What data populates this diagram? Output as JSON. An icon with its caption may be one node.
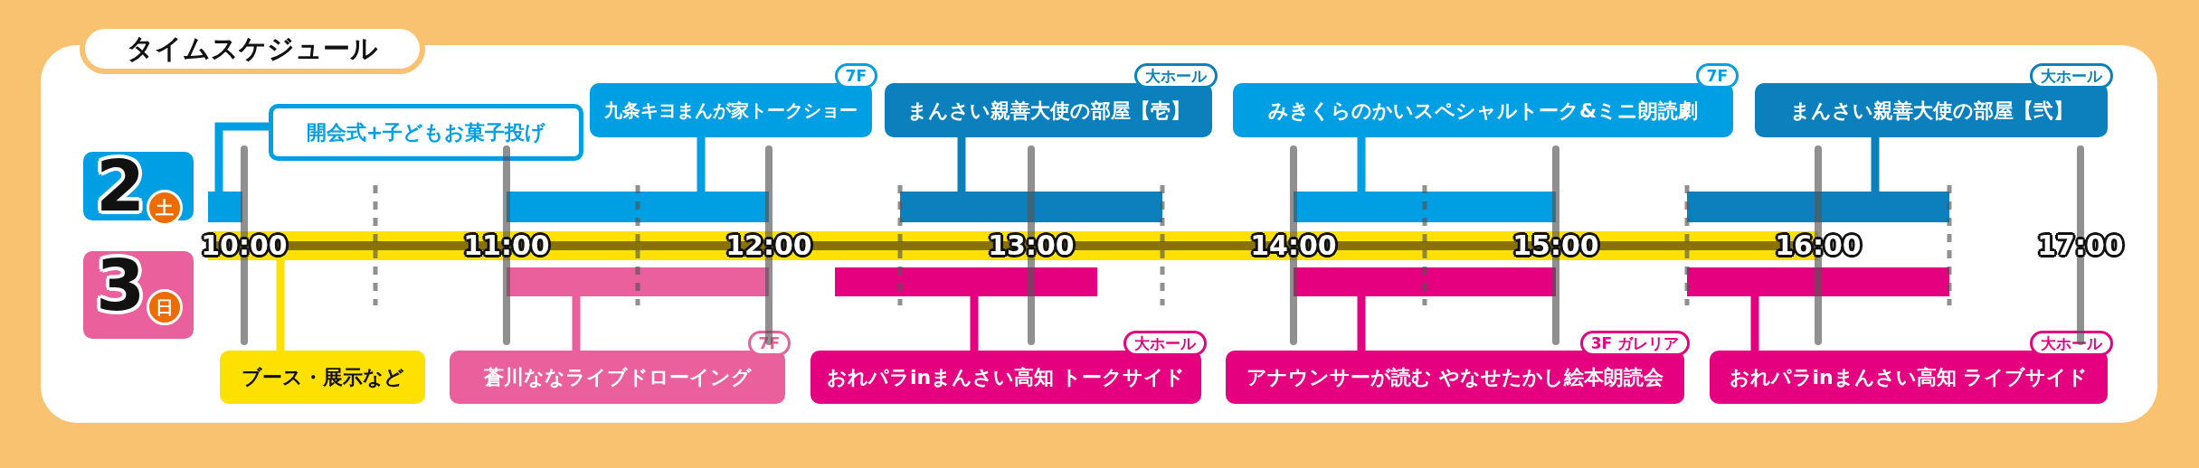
{
  "diagram": {
    "title": "タイムスケジュール",
    "nodes": [
      {
        "text": [
          "2",
          "土"
        ]
      },
      {
        "text": [
          "3",
          "日"
        ]
      },
      {
        "text": [
          "開会式+子どもお菓子投げ"
        ]
      },
      {
        "text": [
          "九条キヨまんが家トークショー"
        ],
        "beside": [
          "7F"
        ]
      },
      {
        "text": [
          "まんさい親善大使の部屋【壱】"
        ],
        "beside": [
          "大ホール"
        ]
      },
      {
        "text": [
          "みきくらのかいスペシャルトーク&ミニ朗読劇"
        ],
        "beside": [
          "7F"
        ]
      },
      {
        "text": [
          "まんさい親善大使の部屋【弐】"
        ],
        "beside": [
          "大ホール"
        ]
      },
      {
        "text": [
          "ブース・展示など"
        ]
      },
      {
        "text": [
          "蒼川ななライブドローイング"
        ],
        "beside": [
          "7F"
        ]
      },
      {
        "text": [
          "おれパラinまんさい高知 トークサイド"
        ],
        "beside": [
          "大ホール"
        ]
      },
      {
        "text": [
          "アナウンサーが読む やなせたかし絵本朗読会"
        ],
        "beside": [
          "3F ガレリア"
        ]
      },
      {
        "text": [
          "おれパラinまんさい高知 ライブサイド"
        ],
        "beside": [
          "大ホール"
        ]
      },
      {
        "text": [],
        "shape": "bar"
      },
      {
        "text": [],
        "shape": "bar"
      },
      {
        "text": [],
        "shape": "bar"
      },
      {
        "text": [],
        "shape": "bar"
      },
      {
        "text": [],
        "shape": "bar"
      },
      {
        "text": [],
        "shape": "bar"
      },
      {
        "text": [],
        "shape": "bar"
      },
      {
        "text": [],
        "shape": "bar"
      },
      {
        "text": [],
        "shape": "bar"
      },
      {
        "text": [],
        "shape": "bar"
      }
    ],
    "edges": [
      {
        "from": 2,
        "to": 12,
        "arrow": "none",
        "color": "#009fe3"
      },
      {
        "from": 3,
        "to": 13,
        "arrow": "none",
        "color": "#009fe3"
      },
      {
        "from": 4,
        "to": 14,
        "arrow": "none",
        "color": "#0b80bc"
      },
      {
        "from": 5,
        "to": 15,
        "arrow": "none",
        "color": "#009fe3"
      },
      {
        "from": 6,
        "to": 16,
        "arrow": "none",
        "color": "#0b80bc"
      },
      {
        "from": 7,
        "to": 17,
        "arrow": "none",
        "color": "#ffe100"
      },
      {
        "from": 8,
        "to": 18,
        "arrow": "none",
        "color": "#e9609c"
      },
      {
        "from": 9,
        "to": 19,
        "arrow": "none",
        "color": "#e4007f"
      },
      {
        "from": 10,
        "to": 20,
        "arrow": "none",
        "color": "#e4007f"
      },
      {
        "from": 11,
        "to": 21,
        "arrow": "none",
        "color": "#e4007f"
      }
    ],
    "labels": [
      "10:00",
      "11:00",
      "12:00",
      "13:00",
      "14:00",
      "15:00",
      "16:00",
      "17:00"
    ]
  }
}
